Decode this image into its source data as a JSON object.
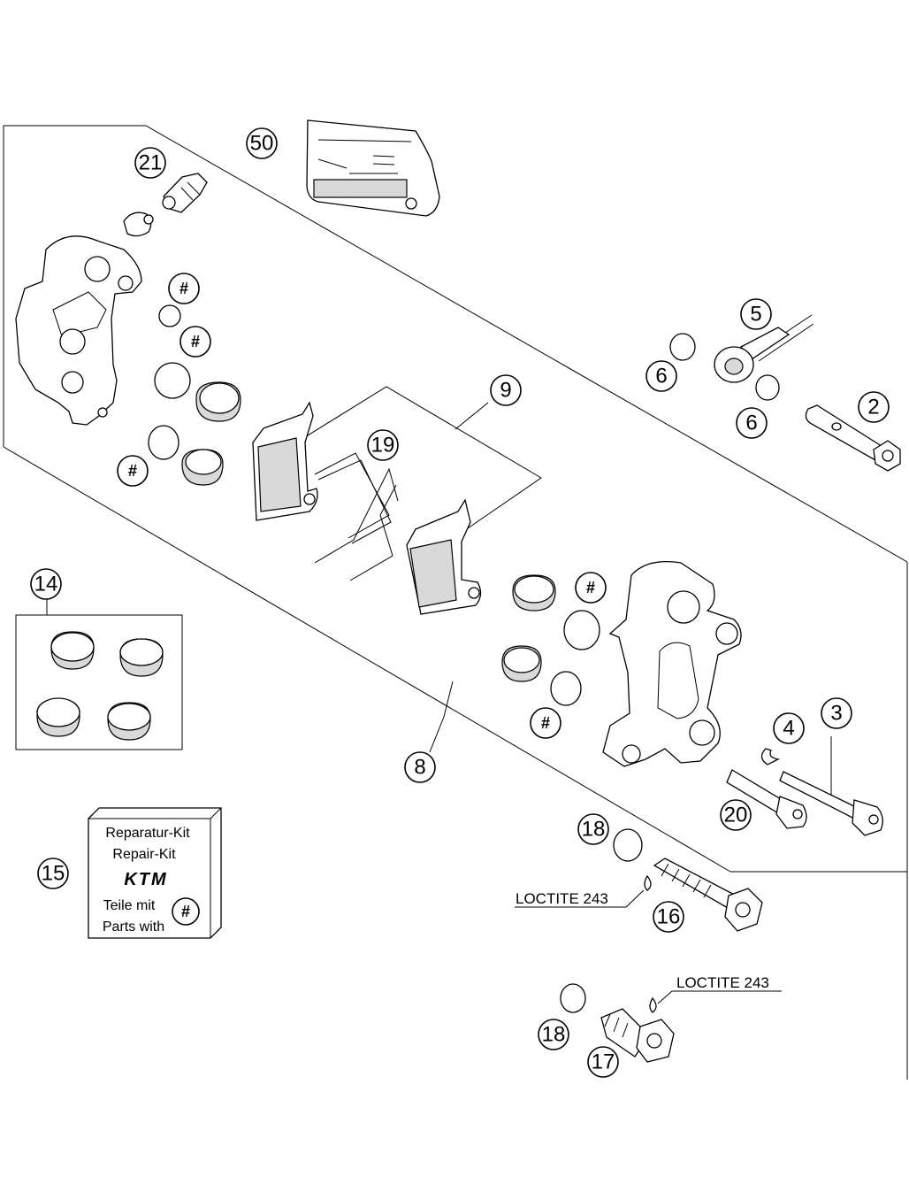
{
  "callouts": {
    "c50": "50",
    "c21": "21",
    "c5": "5",
    "c6a": "6",
    "c6b": "6",
    "c2": "2",
    "c9": "9",
    "c19": "19",
    "c14": "14",
    "c8": "8",
    "c4": "4",
    "c3": "3",
    "c20": "20",
    "c18a": "18",
    "c16": "16",
    "c15": "15",
    "c18b": "18",
    "c17": "17"
  },
  "hash_marks": {
    "h1": "#",
    "h2": "#",
    "h3": "#",
    "h4": "#",
    "h5": "#",
    "h6": "#"
  },
  "notes": {
    "loctite_1": "LOCTITE 243",
    "loctite_2": "LOCTITE 243"
  },
  "repair_kit": {
    "line1": "Reparatur-Kit",
    "line2": "Repair-Kit",
    "logo": "KTM",
    "line3": "Teile mit",
    "line4": "Parts with",
    "hash": "#"
  }
}
